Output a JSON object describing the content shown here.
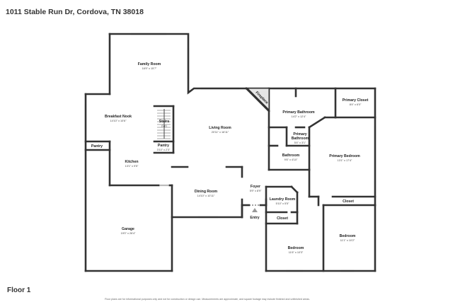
{
  "address": "1011 Stable Run Dr, Cordova, TN 38018",
  "floor_label": "Floor 1",
  "disclaimer": "Floor plans are for informational purposes only and not for construction or design use. Measurements are approximate, and square footage may include finished and unfinished areas.",
  "rooms": {
    "family_room": {
      "name": "Family Room",
      "dims": "16'9\" x 15'7\""
    },
    "breakfast_nook": {
      "name": "Breakfast Nook",
      "dims": "14'10\" x 10'6\""
    },
    "stairs": {
      "name": "Stairs",
      "sub": "(Up)"
    },
    "pantry_small": {
      "name": "Pantry",
      "dims": "3'10\" x 2'3\""
    },
    "pantry": {
      "name": "Pantry"
    },
    "kitchen": {
      "name": "Kitchen",
      "dims": "13'1\" x 9'5\""
    },
    "living_room": {
      "name": "Living Room",
      "dims": "20'11\" x 16'11\""
    },
    "fireplace": {
      "name": "Fireplace"
    },
    "primary_bathroom": {
      "name": "Primary Bathroom",
      "dims": "14'2\" x 12'4\""
    },
    "primary_closet": {
      "name": "Primary Closet",
      "dims": "8'4\" x 6'0\""
    },
    "primary_bathroom_small": {
      "name": "Primary",
      "name2": "Bathroom",
      "dims": "5'4\" x 3'1\""
    },
    "bathroom": {
      "name": "Bathroom",
      "dims": "9'6\" x 4'10\""
    },
    "primary_bedroom": {
      "name": "Primary Bedroom",
      "dims": "13'1\" x 17'4\""
    },
    "dining_room": {
      "name": "Dining Room",
      "dims": "14'10\" x 10'11\""
    },
    "foyer": {
      "name": "Foyer",
      "dims": "5'9\" x 8'9\""
    },
    "laundry_room": {
      "name": "Laundry Room",
      "dims": "5'10\" x 5'5\""
    },
    "closet_left": {
      "name": "Closet"
    },
    "closet_right": {
      "name": "Closet"
    },
    "entry": {
      "name": "Entry"
    },
    "garage": {
      "name": "Garage",
      "dims": "19'0\" x 26'4\""
    },
    "bedroom_left": {
      "name": "Bedroom",
      "dims": "11'6\" x 10'3\""
    },
    "bedroom_right": {
      "name": "Bedroom",
      "dims": "11'1\" x 10'2\""
    }
  }
}
